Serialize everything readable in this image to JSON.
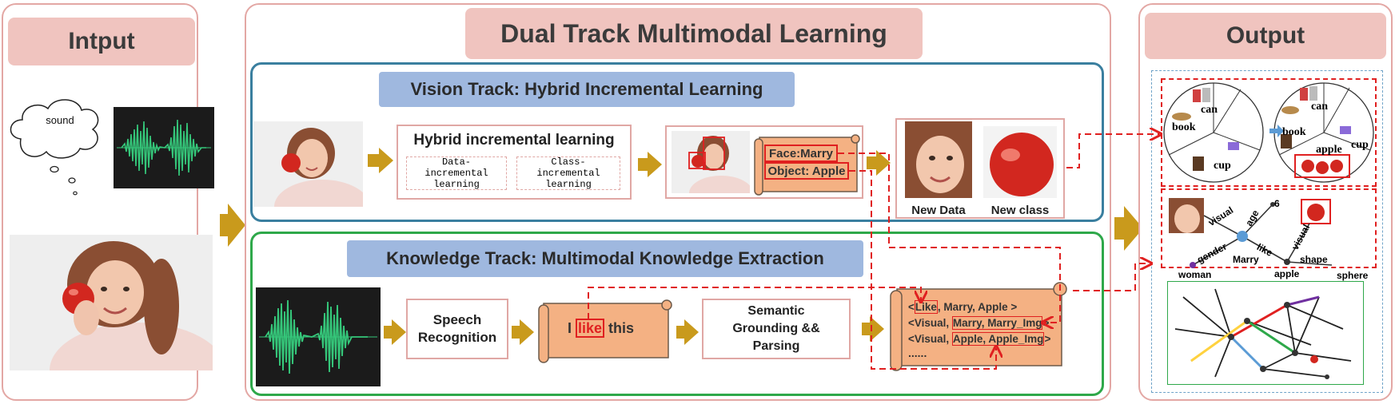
{
  "input": {
    "title": "Intput",
    "cloud_text": "sound"
  },
  "main": {
    "title": "Dual Track Multimodal Learning",
    "vision": {
      "title": "Vision Track: Hybrid Incremental Learning",
      "hybrid_title": "Hybrid incremental learning",
      "data_incremental": "Data-incremental learning",
      "class_incremental": "Class-incremental learning",
      "face_label": "Face:Marry",
      "object_label": "Object: Apple",
      "new_data": "New Data",
      "new_class": "New class"
    },
    "knowledge": {
      "title": "Knowledge Track: Multimodal Knowledge Extraction",
      "speech_recognition": "Speech Recognition",
      "sentence_before": "I ",
      "sentence_highlight": "like",
      "sentence_after": " this",
      "semantic_grounding": "Semantic Grounding && Parsing",
      "triples": [
        {
          "open": "<",
          "a": "Like",
          "rest": ", Marry, Apple >"
        },
        {
          "open": "<Visual, ",
          "a": "Marry, Marry_Img",
          "rest": ">"
        },
        {
          "open": "<Visual, ",
          "a": "Apple, Apple_Img",
          "rest": ">"
        }
      ],
      "ellipsis": "......"
    }
  },
  "output": {
    "title": "Output",
    "wheel_left": [
      "can",
      "book",
      "cup"
    ],
    "wheel_right": [
      "can",
      "book",
      "cup",
      "apple"
    ],
    "graph": {
      "visual": "visual",
      "age": "age",
      "six": "6",
      "visual2": "visual",
      "gender": "gender",
      "like": "like",
      "marry": "Marry",
      "shape": "shape",
      "woman": "woman",
      "apple": "apple",
      "sphere": "sphere"
    }
  },
  "colors": {
    "panel_border": "#e3a7a4",
    "header_fill": "#f0c4bf",
    "vision_border": "#3a7f9f",
    "knowledge_border": "#2ea84a",
    "track_header": "#9fb8df",
    "arrow_gold": "#c99a1c",
    "scroll_fill": "#f4b183",
    "dashed_red": "#e02020"
  }
}
